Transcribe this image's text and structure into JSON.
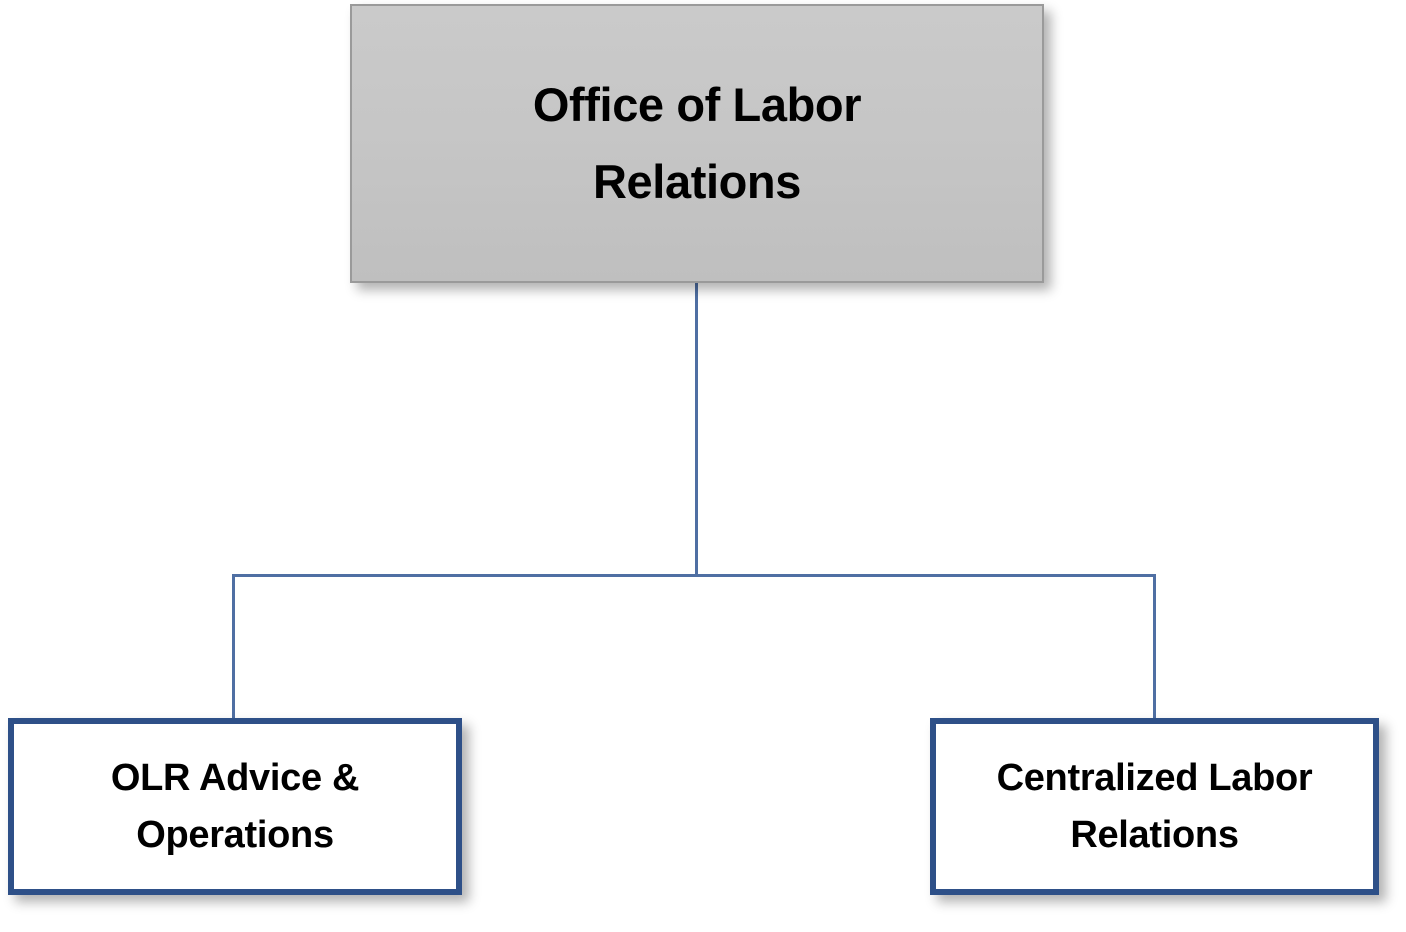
{
  "diagram": {
    "type": "organizational-chart",
    "orientation": "top-down",
    "background_color": "#ffffff",
    "connector_color": "#4f6fa3",
    "root": {
      "id": "office-of-labor-relations",
      "label": "Office of Labor\nRelations",
      "label_lines": [
        "Office of Labor",
        "Relations"
      ],
      "fill_color": "#c6c6c6",
      "border_color": "#9a9a9a",
      "text_color": "#000000",
      "level": 0
    },
    "children": [
      {
        "id": "olr-advice-and-operations",
        "label": "OLR Advice &\nOperations",
        "label_lines": [
          "OLR Advice &",
          "Operations"
        ],
        "fill_color": "#ffffff",
        "border_color": "#2e5088",
        "text_color": "#000000",
        "level": 1,
        "position": "left"
      },
      {
        "id": "centralized-labor-relations",
        "label": "Centralized Labor\nRelations",
        "label_lines": [
          "Centralized Labor",
          "Relations"
        ],
        "fill_color": "#ffffff",
        "border_color": "#2e5088",
        "text_color": "#000000",
        "level": 1,
        "position": "right"
      }
    ]
  }
}
